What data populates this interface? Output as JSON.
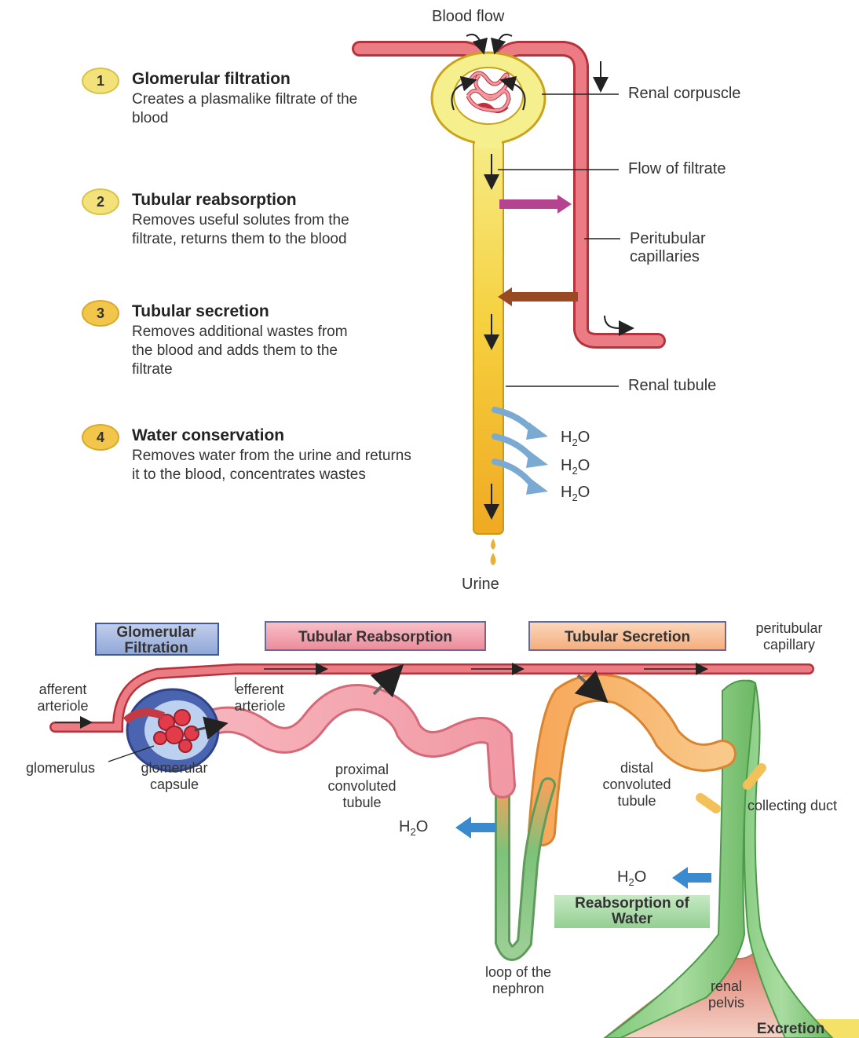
{
  "top": {
    "blood_flow": "Blood flow",
    "urine": "Urine",
    "steps": [
      {
        "num": "1",
        "title": "Glomerular filtration",
        "desc": "Creates a plasmalike filtrate of the blood"
      },
      {
        "num": "2",
        "title": "Tubular reabsorption",
        "desc": "Removes useful solutes from the filtrate, returns them to the blood"
      },
      {
        "num": "3",
        "title": "Tubular secretion",
        "desc": "Removes additional wastes from the blood and adds them to the filtrate"
      },
      {
        "num": "4",
        "title": "Water conservation",
        "desc": "Removes water from the urine and returns it to the blood, concentrates wastes"
      }
    ],
    "labels": {
      "renal_corpuscle": "Renal corpuscle",
      "flow_of_filtrate": "Flow of filtrate",
      "peritubular_capillaries": "Peritubular capillaries",
      "renal_tubule": "Renal tubule"
    },
    "water": [
      "H",
      "2",
      "O"
    ]
  },
  "bottom": {
    "tags": {
      "glomerular_filtration": "Glomerular Filtration",
      "tubular_reabsorption": "Tubular Reabsorption",
      "tubular_secretion": "Tubular Secretion",
      "reabsorption_of_water": "Reabsorption of Water",
      "excretion": "Excretion"
    },
    "labels": {
      "peritubular_capillary": "peritubular capillary",
      "afferent_arteriole": "afferent arteriole",
      "efferent_arteriole": "efferent arteriole",
      "glomerulus": "glomerulus",
      "glomerular_capsule": "glomerular capsule",
      "proximal_convoluted_tubule": "proximal convoluted tubule",
      "distal_convoluted_tubule": "distal convoluted tubule",
      "collecting_duct": "collecting duct",
      "loop_of_the_nephron": "loop of the nephron",
      "renal_pelvis": "renal pelvis"
    }
  },
  "colors": {
    "blood_vessel": "#e8737a",
    "vessel_outline": "#b8323c",
    "tubule_yellow": "#f5c531",
    "tubule_light": "#f4ec8a",
    "reabsorption_arrow": "#b4448f",
    "secretion_arrow": "#9a4a22",
    "water_arrow": "#7aaad2",
    "tag_blue": "#9fb3dc",
    "tag_pink": "#ee94a2",
    "tag_orange": "#f6b88a",
    "tag_green": "#a6d8a6",
    "tag_yellow": "#f4e168"
  }
}
